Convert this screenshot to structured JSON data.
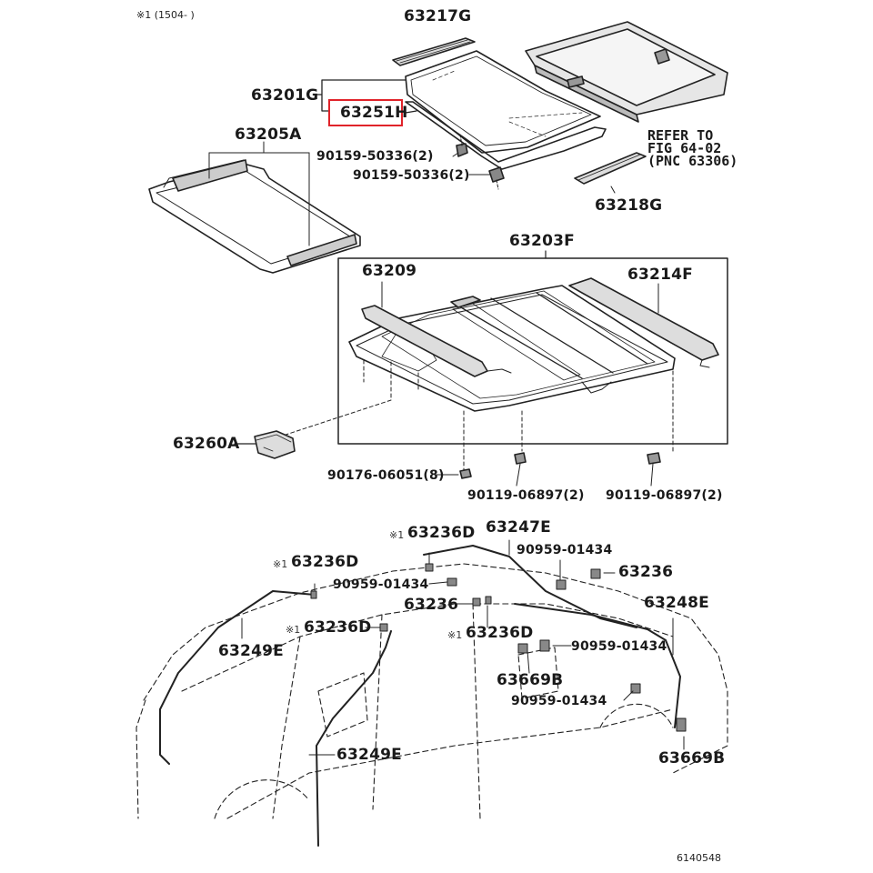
{
  "header_note": "※1 (1504-   )",
  "highlight_color": "#e0232a",
  "parts": {
    "p63217G": "63217G",
    "p63201G": "63201G",
    "p63251H": "63251H",
    "p63205A": "63205A",
    "bolt_a": "90159-50336(2)",
    "bolt_b": "90159-50336(2)",
    "p63218G": "63218G",
    "refer_line1": "REFER TO",
    "refer_line2": "FIG 64-02",
    "refer_line3": "(PNC 63306)",
    "p63203F": "63203F",
    "p63209": "63209",
    "p63214F": "63214F",
    "p63260A": "63260A",
    "screw_90176": "90176-06051(8)",
    "screw_90119_a": "90119-06897(2)",
    "screw_90119_b": "90119-06897(2)",
    "p63236D_top": "63236D",
    "mark_top": "※1",
    "p63247E": "63247E",
    "clip_01434_a": "90959-01434",
    "p63236_right": "63236",
    "p63236D_left": "63236D",
    "mark_left": "※1",
    "clip_01434_b": "90959-01434",
    "p63236_mid": "63236",
    "p63248E": "63248E",
    "p63236D_left2": "63236D",
    "mark_left2": "※1",
    "p63249E_a": "63249E",
    "p63236D_mid": "63236D",
    "mark_mid": "※1",
    "clip_01434_c": "90959-01434",
    "p63669B_a": "63669B",
    "clip_01434_d": "90959-01434",
    "p63249E_b": "63249E",
    "p63669B_b": "63669B"
  },
  "figure_code": "6140548"
}
